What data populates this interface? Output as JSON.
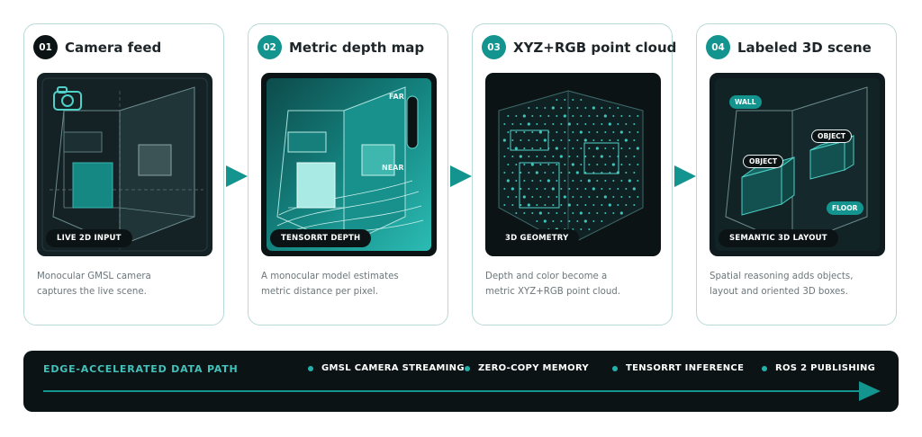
{
  "colors": {
    "accent": "#14948f",
    "dark": "#0f1b1e",
    "border": "#b9d9d8",
    "step_dark": "#0b1315"
  },
  "cards": [
    {
      "num": "01",
      "title": "Camera feed",
      "panel_label": "LIVE 2D INPUT",
      "desc_lines": [
        "Monocular GMSL camera",
        "captures the live scene."
      ],
      "icon": "camera-icon"
    },
    {
      "num": "02",
      "title": "Metric depth map",
      "panel_label": "TENSORRT DEPTH",
      "desc_lines": [
        "A monocular model estimates",
        "metric distance per pixel."
      ],
      "scale_far": "FAR",
      "scale_near": "NEAR"
    },
    {
      "num": "03",
      "title": "XYZ+RGB point cloud",
      "panel_label": "3D GEOMETRY",
      "desc_lines": [
        "Depth and color become a",
        "metric XYZ+RGB point cloud."
      ]
    },
    {
      "num": "04",
      "title": "Labeled 3D scene",
      "panel_label": "SEMANTIC 3D LAYOUT",
      "desc_lines": [
        "Spatial reasoning adds objects,",
        "layout and oriented 3D boxes."
      ],
      "tags": {
        "wall": "WALL",
        "object_a": "OBJECT",
        "object_b": "OBJECT",
        "floor": "FLOOR"
      }
    }
  ],
  "data_path": {
    "title": "EDGE-ACCELERATED DATA PATH",
    "steps": [
      "GMSL CAMERA STREAMING",
      "ZERO-COPY MEMORY",
      "TENSORRT INFERENCE",
      "ROS 2 PUBLISHING"
    ]
  }
}
